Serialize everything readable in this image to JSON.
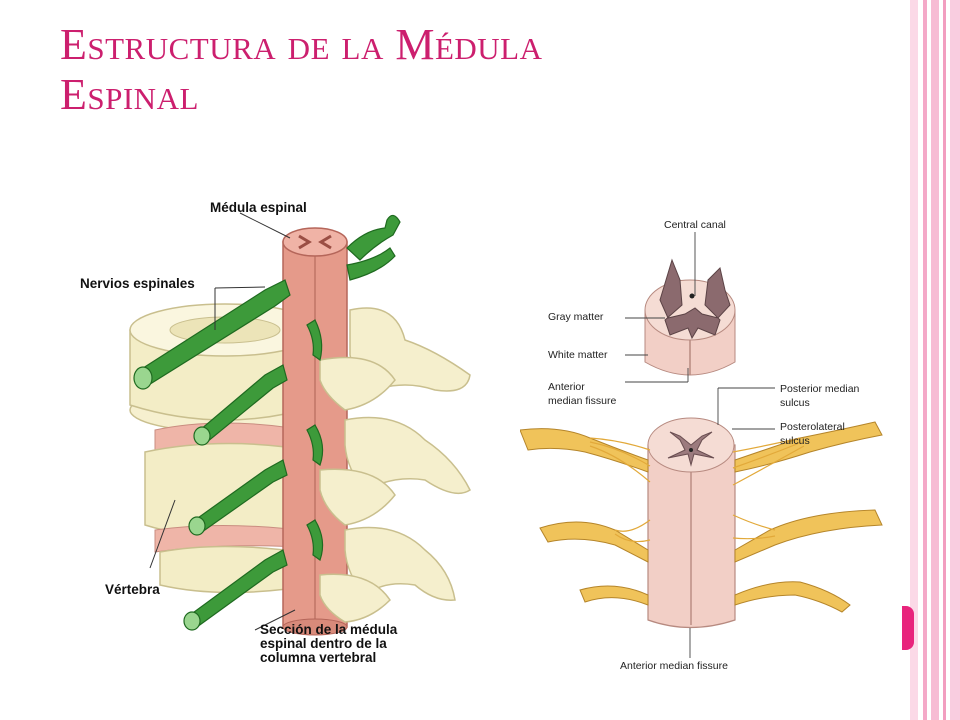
{
  "slide": {
    "title_line1": "Estructura de la Médula",
    "title_line2": "Espinal",
    "accent_color": "#cc1f6e"
  },
  "left_figure": {
    "labels": {
      "medula": "Médula espinal",
      "nervios": "Nervios espinales",
      "vertebra": "Vértebra",
      "seccion": "Sección de la médula\nespinal dentro de la\ncolumna vertebral"
    },
    "colors": {
      "nerve": "#3d9a3a",
      "cord": "#e59a8a",
      "bone": "#f3edc6"
    }
  },
  "right_figure": {
    "labels": {
      "central_canal": "Central canal",
      "gray_matter": "Gray matter",
      "white_matter": "White matter",
      "anterior_fissure_top": "Anterior\nmedian fissure",
      "posterior_sulcus": "Posterior median\nsulcus",
      "posterolateral_sulcus": "Posterolateral\nsulcus",
      "anterior_fissure_bottom": "Anterior median fissure"
    },
    "colors": {
      "white_matter": "#f2cfc6",
      "gray_matter": "#8b6a6e",
      "roots": "#e8b23a"
    }
  }
}
